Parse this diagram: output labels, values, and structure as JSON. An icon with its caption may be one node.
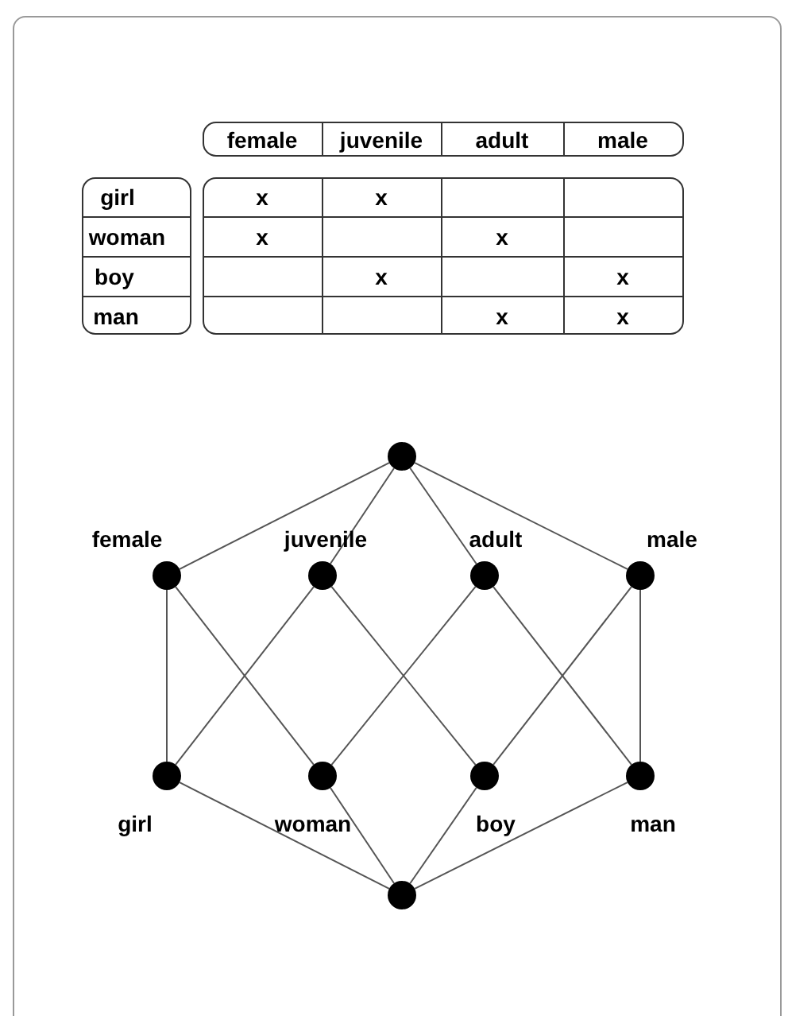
{
  "diagram": {
    "nodes": [
      {
        "text": [],
        "shape": "circle"
      },
      {
        "text": [],
        "shape": "circle",
        "beside": [
          "female"
        ]
      },
      {
        "text": [],
        "shape": "circle",
        "beside": [
          "juvenile"
        ]
      },
      {
        "text": [],
        "shape": "circle",
        "beside": [
          "adult"
        ]
      },
      {
        "text": [],
        "shape": "circle",
        "beside": [
          "male"
        ]
      },
      {
        "text": [],
        "shape": "circle",
        "beside": [
          "girl"
        ]
      },
      {
        "text": [],
        "shape": "circle",
        "beside": [
          "woman"
        ]
      },
      {
        "text": [],
        "shape": "circle",
        "beside": [
          "boy"
        ]
      },
      {
        "text": [],
        "shape": "circle",
        "beside": [
          "man"
        ]
      },
      {
        "text": [],
        "shape": "circle"
      }
    ],
    "edges": [
      {
        "from": 0,
        "to": 1,
        "arrow": "none"
      },
      {
        "from": 0,
        "to": 2,
        "arrow": "none"
      },
      {
        "from": 0,
        "to": 3,
        "arrow": "none"
      },
      {
        "from": 0,
        "to": 4,
        "arrow": "none"
      },
      {
        "from": 1,
        "to": 5,
        "arrow": "none"
      },
      {
        "from": 1,
        "to": 6,
        "arrow": "none"
      },
      {
        "from": 2,
        "to": 5,
        "arrow": "none"
      },
      {
        "from": 2,
        "to": 7,
        "arrow": "none"
      },
      {
        "from": 3,
        "to": 6,
        "arrow": "none"
      },
      {
        "from": 3,
        "to": 8,
        "arrow": "none"
      },
      {
        "from": 4,
        "to": 7,
        "arrow": "none"
      },
      {
        "from": 4,
        "to": 8,
        "arrow": "none"
      },
      {
        "from": 5,
        "to": 9,
        "arrow": "none"
      },
      {
        "from": 6,
        "to": 9,
        "arrow": "none"
      },
      {
        "from": 7,
        "to": 9,
        "arrow": "none"
      },
      {
        "from": 8,
        "to": 9,
        "arrow": "none"
      }
    ],
    "labels": [
      "female",
      "juvenile",
      "adult",
      "male",
      "girl",
      "x",
      "x",
      "woman",
      "x",
      "x",
      "boy",
      "x",
      "x",
      "man",
      "x",
      "x"
    ]
  }
}
